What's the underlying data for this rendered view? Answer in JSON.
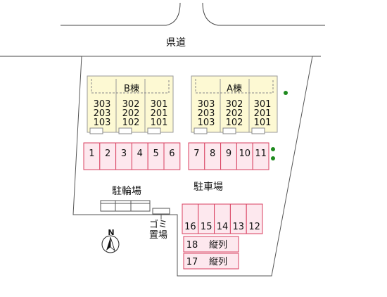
{
  "road": {
    "label": "県道"
  },
  "buildings": {
    "b": {
      "label": "B棟",
      "units": [
        [
          "303",
          "203",
          "103"
        ],
        [
          "302",
          "202",
          "102"
        ],
        [
          "301",
          "201",
          "101"
        ]
      ]
    },
    "a": {
      "label": "A棟",
      "units": [
        [
          "303",
          "203",
          "103"
        ],
        [
          "302",
          "202",
          "102"
        ],
        [
          "301",
          "201",
          "101"
        ]
      ]
    }
  },
  "parking": {
    "label": "駐車場",
    "row_left": [
      "1",
      "2",
      "3",
      "4",
      "5",
      "6"
    ],
    "row_right": [
      "7",
      "8",
      "9",
      "10",
      "11"
    ],
    "row_lower": [
      "16",
      "15",
      "14",
      "13",
      "12"
    ],
    "tandem": [
      {
        "number": "18",
        "note": "縦列"
      },
      {
        "number": "17",
        "note": "縦列"
      }
    ]
  },
  "bicycle": {
    "label": "駐輪場"
  },
  "garbage": {
    "label_line1": "ゴミ",
    "label_line2": "置場"
  },
  "compass": {
    "label": "N"
  },
  "colors": {
    "building_fill": "#fdf9d3",
    "parking_fill": "#fde8ee",
    "parking_stroke": "#d94060",
    "tree": "#1e8a1e",
    "outline": "#555555"
  }
}
